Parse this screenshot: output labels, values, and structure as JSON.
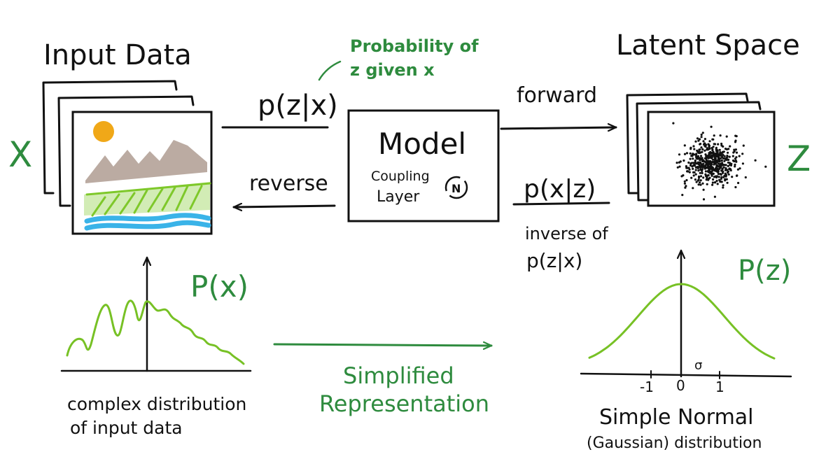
{
  "titles": {
    "input": "Input Data",
    "latent": "Latent Space"
  },
  "labels": {
    "x_var": "X",
    "z_var": "Z",
    "p_z_given_x": "p(z|x)",
    "prob_note_line1": "Probability of",
    "prob_note_line2": "z given x",
    "forward": "forward",
    "reverse": "reverse",
    "model": "Model",
    "coupling_line1": "Coupling",
    "coupling_line2": "Layer",
    "coupling_icon_text": "N",
    "p_x_given_z": "p(x|z)",
    "inverse_line1": "inverse of",
    "inverse_line2": "p(z|x)",
    "px": "P(x)",
    "pz": "P(z)",
    "complex_line1": "complex distribution",
    "complex_line2": "of input data",
    "simplified_line1": "Simplified",
    "simplified_line2": "Representation",
    "simple_normal": "Simple  Normal",
    "gaussian": "(Gaussian) distribution",
    "sigma": "σ"
  },
  "normal_axis_ticks": [
    "-1",
    "0",
    "1"
  ],
  "colors": {
    "ink": "#111111",
    "annotation_green": "#2e8b3e",
    "curve_green": "#77c125",
    "sun": "#f0a818",
    "mountains": "#a89488",
    "grass": "#7ec82a",
    "water": "#3ab3e8"
  }
}
